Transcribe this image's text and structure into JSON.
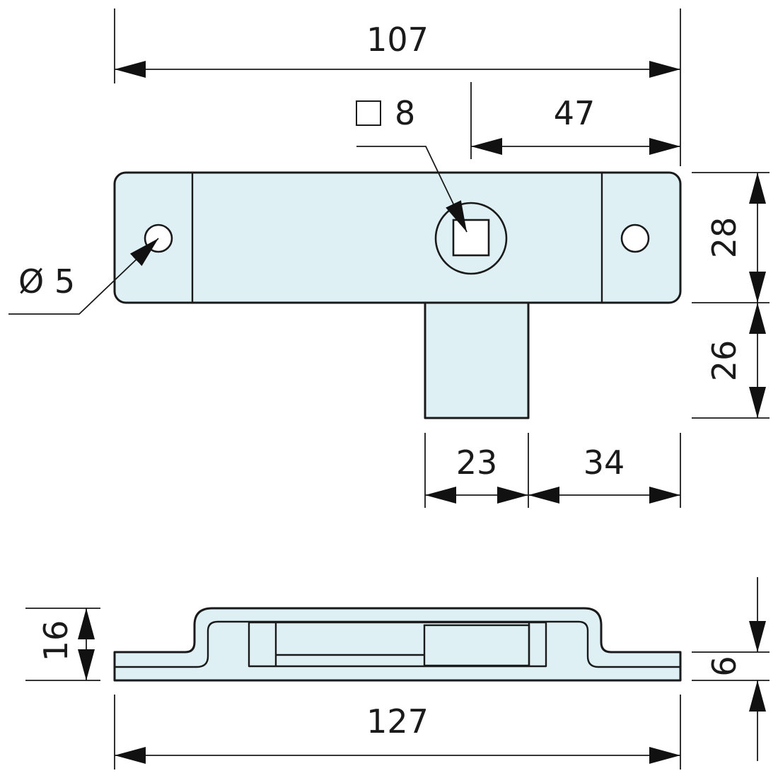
{
  "colors": {
    "part_fill": "#dff0f4",
    "line": "#1a1a1a",
    "background": "#ffffff"
  },
  "dimensions": {
    "overall_width_top": "107",
    "offset_right": "47",
    "square_label": "8",
    "hole_diameter": "Ø 5",
    "plate_height": "28",
    "tab_height": "26",
    "tab_width": "23",
    "tab_right_offset": "34",
    "side_height": "16",
    "side_plate_thickness": "6",
    "overall_width_bottom": "127"
  },
  "icons": {
    "square_symbol": "square-symbol-icon"
  }
}
